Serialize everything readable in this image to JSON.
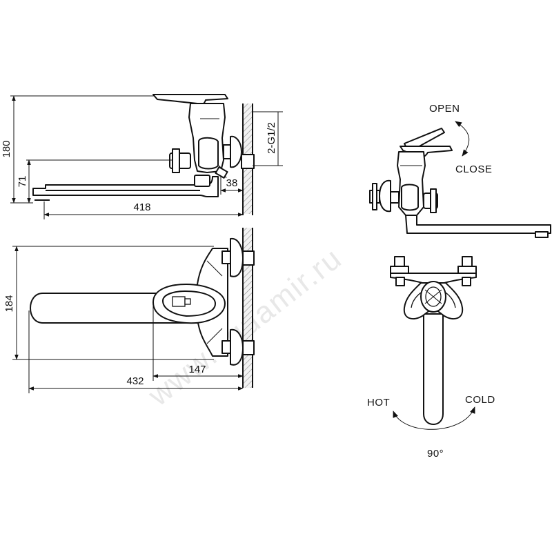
{
  "dimensions": {
    "side_height_total": "180",
    "side_spout_height": "71",
    "side_spout_length": "418",
    "side_connection_depth": "38",
    "connection_thread": "2-G1/2",
    "top_width": "184",
    "top_total_length": "432",
    "top_body_length": "147"
  },
  "labels": {
    "open": "OPEN",
    "close": "CLOSE",
    "hot": "HOT",
    "cold": "COLD",
    "rotation_angle": "90°"
  },
  "watermark": "www.aquamir.ru"
}
